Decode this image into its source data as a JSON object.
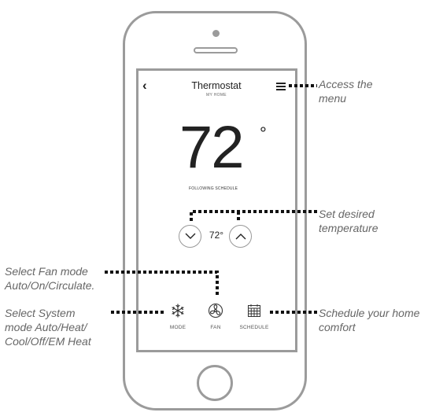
{
  "app": {
    "title": "Thermostat",
    "subtitle": "MY HOME",
    "temperature": "72",
    "degree_symbol": "°",
    "status": "FOLLOWING SCHEDULE",
    "setpoint": "72°"
  },
  "bottom_nav": [
    {
      "label": "MODE",
      "icon": "snowflake-icon"
    },
    {
      "label": "FAN",
      "icon": "fan-icon"
    },
    {
      "label": "SCHEDULE",
      "icon": "calendar-icon"
    }
  ],
  "annotations": {
    "menu": [
      "Access the",
      "menu"
    ],
    "temperature": [
      "Set desired",
      "temperature"
    ],
    "fan": [
      "Select Fan mode",
      "Auto/On/Circulate."
    ],
    "system": [
      "Select System",
      "mode Auto/Heat/",
      "Cool/Off/EM Heat"
    ],
    "schedule": [
      "Schedule your home",
      "comfort"
    ]
  },
  "colors": {
    "phone_outline": "#9b9b9b",
    "dotted_leader": "#111111",
    "annotation_text": "#666666"
  }
}
